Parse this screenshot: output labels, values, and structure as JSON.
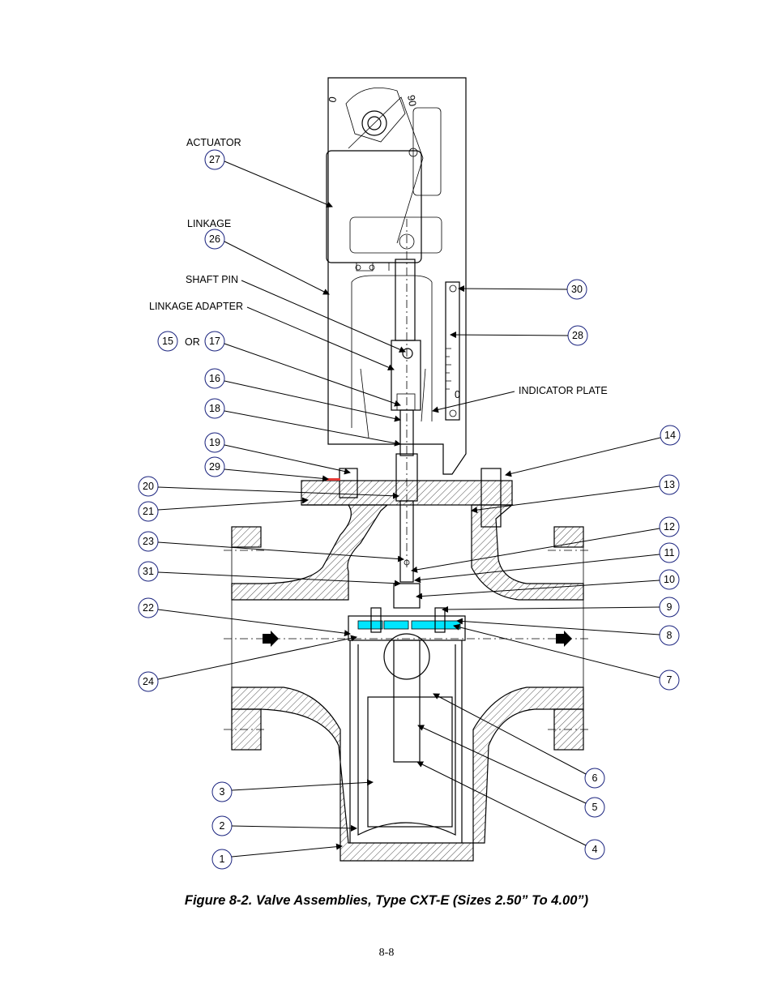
{
  "labels": {
    "actuator": "ACTUATOR",
    "linkage": "LINKAGE",
    "shaft_pin": "SHAFT PIN",
    "linkage_adapter": "LINKAGE ADAPTER",
    "or": "OR",
    "indicator_plate": "INDICATOR PLATE"
  },
  "dial_marks": {
    "zero": "0",
    "ninety": "90"
  },
  "scale_zero": "0",
  "callouts": [
    "27",
    "26",
    "15",
    "17",
    "16",
    "18",
    "19",
    "29",
    "20",
    "21",
    "23",
    "31",
    "22",
    "24",
    "3",
    "2",
    "1",
    "30",
    "28",
    "14",
    "13",
    "12",
    "11",
    "10",
    "9",
    "8",
    "7",
    "6",
    "5",
    "4"
  ],
  "colors": {
    "bubble_outline": "#1a237e",
    "seal_highlight": "#00e5ff",
    "gasket_mark": "#e53935"
  },
  "caption": "Figure 8-2.  Valve Assemblies, Type CXT-E (Sizes 2.50” To 4.00”)",
  "page_number": "8-8"
}
